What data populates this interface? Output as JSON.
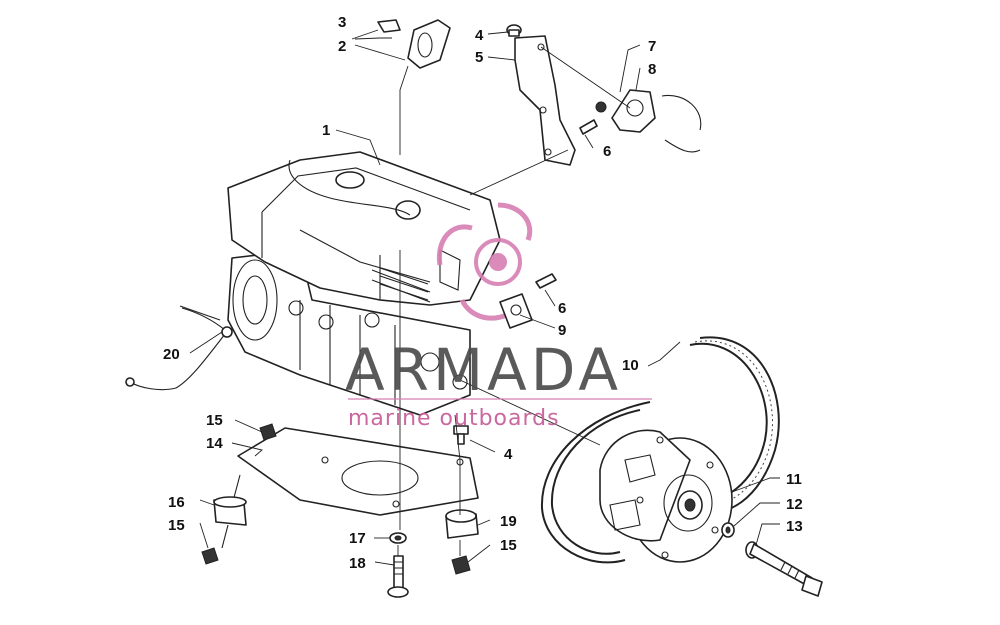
{
  "diagram": {
    "callouts": [
      {
        "id": "c1",
        "text": "1"
      },
      {
        "id": "c2",
        "text": "2"
      },
      {
        "id": "c3",
        "text": "3"
      },
      {
        "id": "c4a",
        "text": "4"
      },
      {
        "id": "c4b",
        "text": "4"
      },
      {
        "id": "c5",
        "text": "5"
      },
      {
        "id": "c6a",
        "text": "6"
      },
      {
        "id": "c6b",
        "text": "6"
      },
      {
        "id": "c7",
        "text": "7"
      },
      {
        "id": "c8",
        "text": "8"
      },
      {
        "id": "c9",
        "text": "9"
      },
      {
        "id": "c10",
        "text": "10"
      },
      {
        "id": "c11",
        "text": "11"
      },
      {
        "id": "c12",
        "text": "12"
      },
      {
        "id": "c13",
        "text": "13"
      },
      {
        "id": "c14",
        "text": "14"
      },
      {
        "id": "c15a",
        "text": "15"
      },
      {
        "id": "c15b",
        "text": "15"
      },
      {
        "id": "c15c",
        "text": "15"
      },
      {
        "id": "c16",
        "text": "16"
      },
      {
        "id": "c17",
        "text": "17"
      },
      {
        "id": "c18",
        "text": "18"
      },
      {
        "id": "c19",
        "text": "19"
      },
      {
        "id": "c20",
        "text": "20"
      }
    ]
  },
  "watermark": {
    "title": "ARMADA",
    "subtitle": "marine outboards",
    "accent_color": "#d77fb3",
    "text_color": "#4d4d4d"
  }
}
